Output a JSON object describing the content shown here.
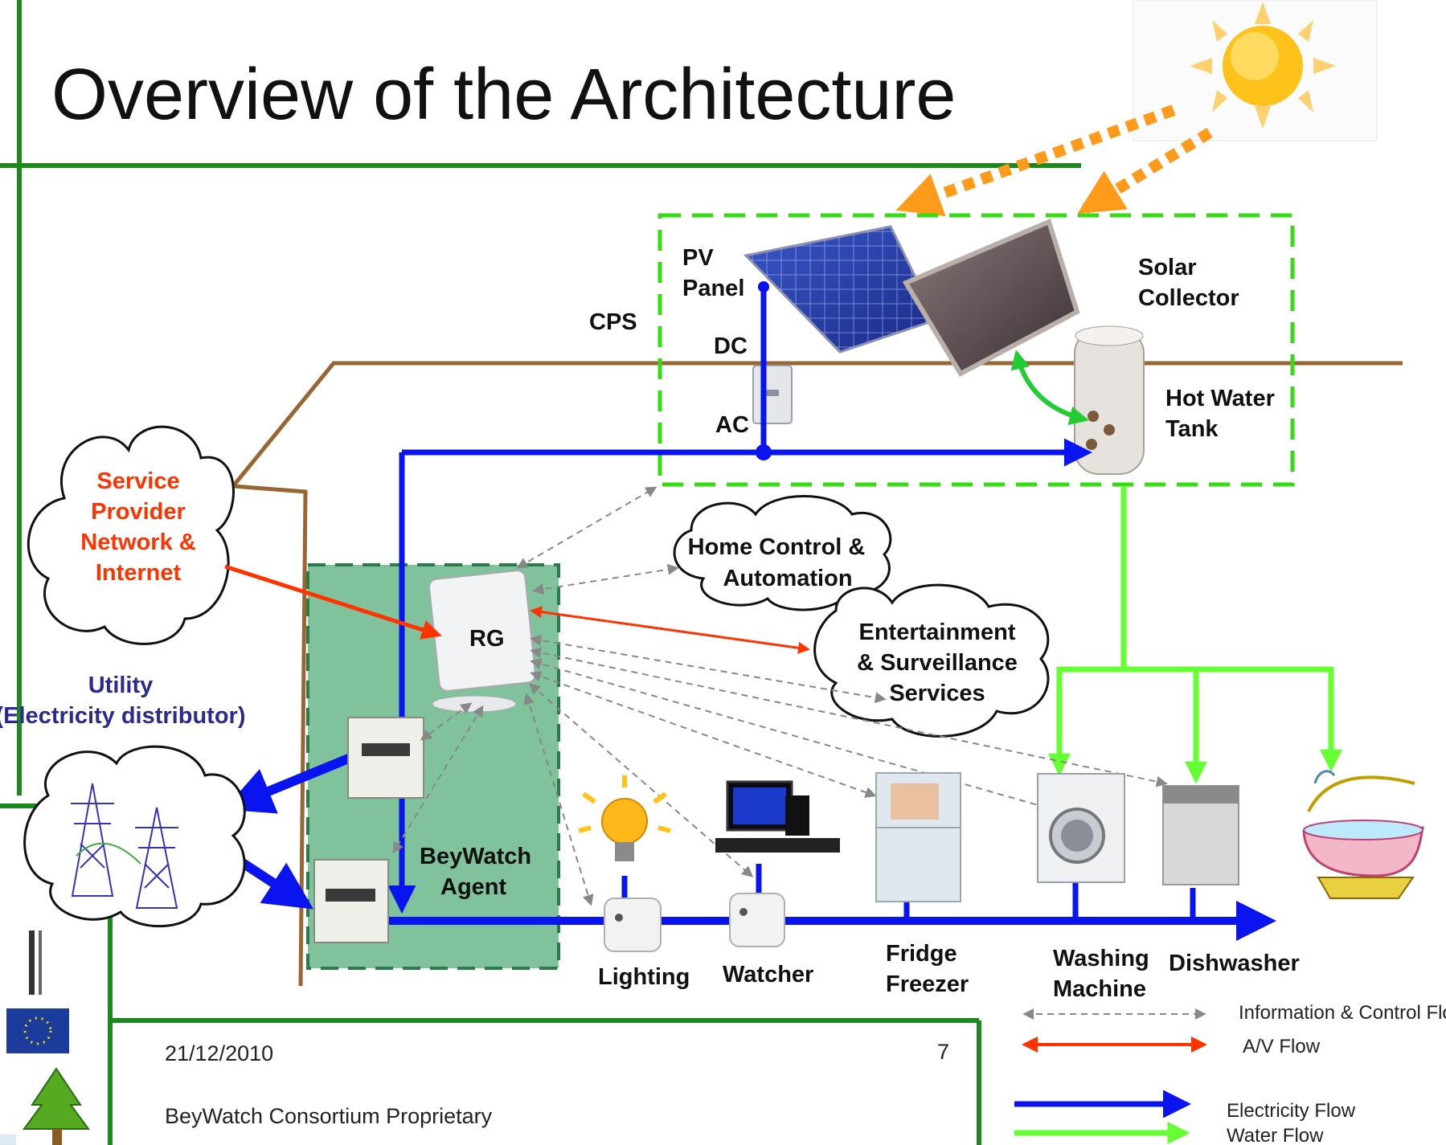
{
  "slide": {
    "title": "Overview of the Architecture",
    "date": "21/12/2010",
    "page_number": "7",
    "footer": "BeyWatch Consortium Proprietary"
  },
  "labels": {
    "cps": "CPS",
    "pv_panel": [
      "PV",
      "Panel"
    ],
    "solar_collector": [
      "Solar",
      "Collector"
    ],
    "dc": "DC",
    "ac": "AC",
    "hot_water_tank": [
      "Hot Water",
      "Tank"
    ],
    "service_provider": [
      "Service",
      "Provider",
      "Network &",
      "Internet"
    ],
    "home_control": [
      "Home Control &",
      "Automation"
    ],
    "entertainment": [
      "Entertainment",
      "& Surveillance",
      "Services"
    ],
    "rg": "RG",
    "utility": [
      "Utility",
      "(Electricity distributor)"
    ],
    "beywatch_agent": [
      "BeyWatch",
      "Agent"
    ],
    "lighting": "Lighting",
    "watcher": "Watcher",
    "fridge": [
      "Fridge",
      "Freezer"
    ],
    "washing_machine": [
      "Washing",
      "Machine"
    ],
    "dishwasher": "Dishwasher"
  },
  "legend": {
    "info_control": "Information & Control Flow",
    "av": "A/V Flow",
    "electricity": "Electricity Flow",
    "water": "Water Flow"
  },
  "colors": {
    "green_frame": "#1a8a1a",
    "cps_dashed": "#33dd11",
    "agent_fill": "#7fc29b",
    "electricity": "#0a14ee",
    "water": "#66ff33",
    "av": "#ff3300",
    "info": "#888888",
    "sun_rays": "#ff9a1a",
    "brown_line": "#996633"
  }
}
